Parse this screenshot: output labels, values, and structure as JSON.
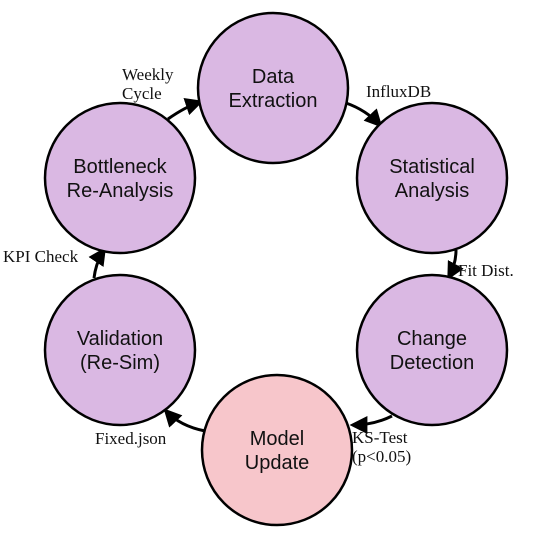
{
  "diagram": {
    "nodes": [
      {
        "id": "data-extraction",
        "lines": [
          "Data",
          "Extraction"
        ],
        "color": "#dab8e3"
      },
      {
        "id": "statistical-analysis",
        "lines": [
          "Statistical",
          "Analysis"
        ],
        "color": "#dab8e3"
      },
      {
        "id": "change-detection",
        "lines": [
          "Change",
          "Detection"
        ],
        "color": "#dab8e3"
      },
      {
        "id": "model-update",
        "lines": [
          "Model",
          "Update"
        ],
        "color": "#f7c6cb"
      },
      {
        "id": "validation",
        "lines": [
          "Validation",
          "(Re-Sim)"
        ],
        "color": "#dab8e3"
      },
      {
        "id": "bottleneck-reanalysis",
        "lines": [
          "Bottleneck",
          "Re-Analysis"
        ],
        "color": "#dab8e3"
      }
    ],
    "edges": [
      {
        "id": "influxdb",
        "from": "data-extraction",
        "to": "statistical-analysis",
        "lines": [
          "InfluxDB"
        ]
      },
      {
        "id": "fit-dist",
        "from": "statistical-analysis",
        "to": "change-detection",
        "lines": [
          "Fit Dist."
        ]
      },
      {
        "id": "ks-test",
        "from": "change-detection",
        "to": "model-update",
        "lines": [
          "KS-Test",
          "(p<0.05)"
        ]
      },
      {
        "id": "fixed-json",
        "from": "model-update",
        "to": "validation",
        "lines": [
          "Fixed.json"
        ]
      },
      {
        "id": "kpi-check",
        "from": "validation",
        "to": "bottleneck-reanalysis",
        "lines": [
          "KPI Check"
        ]
      },
      {
        "id": "weekly-cycle",
        "from": "bottleneck-reanalysis",
        "to": "data-extraction",
        "lines": [
          "Weekly",
          "Cycle"
        ]
      }
    ],
    "stroke_color": "#000000"
  }
}
